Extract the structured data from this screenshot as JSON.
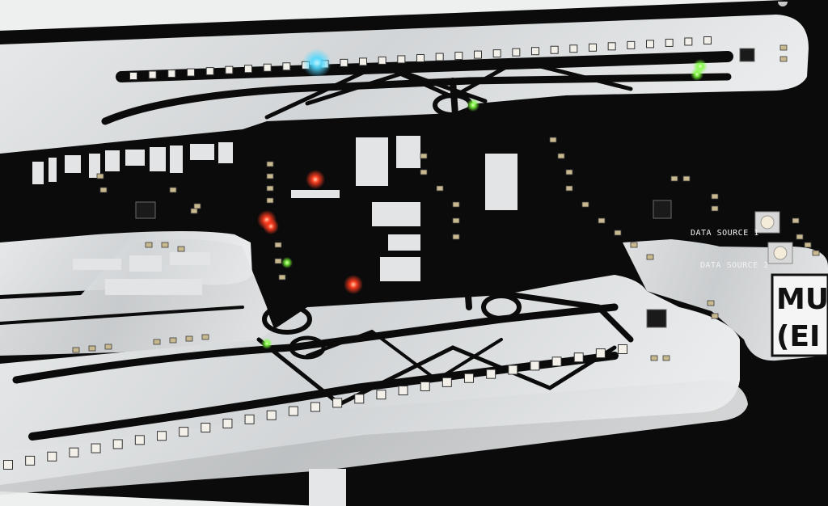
{
  "photo": {
    "subject": "",
    "colors": {
      "board_black": "#0b0b0b",
      "silk_silver": "#d9dcde",
      "silk_silver_light": "#eceeef",
      "background_white": "#eef0f0",
      "led_blue": "#4fd8ff",
      "led_red": "#ff3b1f",
      "led_green": "#7dff3a"
    }
  },
  "pcb_labels": {
    "data_source_1": "DATA SOURCE 1",
    "data_source_2": "DATA SOURCE 2"
  },
  "title_block": {
    "line1": "MUN",
    "line2": "(EI"
  },
  "leds": {
    "blue_lit": 1,
    "red_lit": 4,
    "green_lit": 5
  }
}
